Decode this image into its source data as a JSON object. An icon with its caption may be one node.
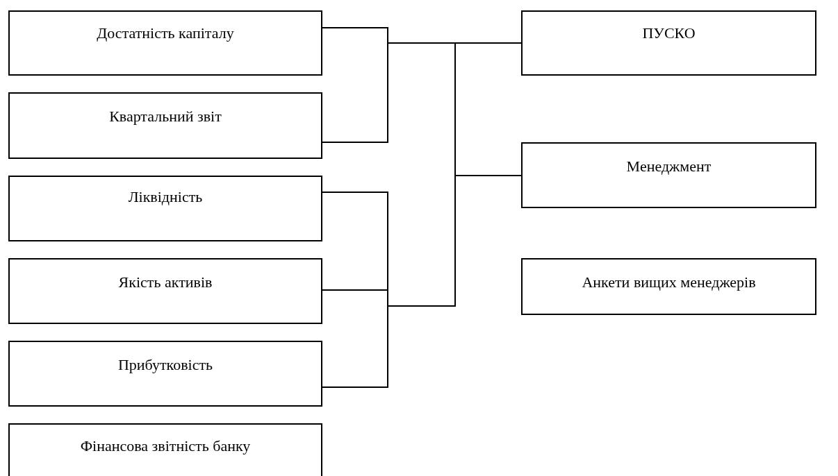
{
  "diagram": {
    "nodes": [
      {
        "text": [
          "Достатність капіталу"
        ]
      },
      {
        "text": [
          "Квартальний звіт"
        ]
      },
      {
        "text": [
          "Ліквідність"
        ]
      },
      {
        "text": [
          "Якість активів"
        ]
      },
      {
        "text": [
          "Прибутковість"
        ]
      },
      {
        "text": [
          "Фінансова звітність банку"
        ]
      },
      {
        "text": [
          "ПУСКО"
        ]
      },
      {
        "text": [
          "Менеджмент"
        ]
      },
      {
        "text": [
          "Анкети вищих менеджерів"
        ]
      }
    ],
    "edges": [
      {
        "from": 0,
        "to": 6,
        "arrow": "none"
      },
      {
        "from": 1,
        "to": 6,
        "arrow": "none"
      },
      {
        "from": 2,
        "to": 6,
        "arrow": "none"
      },
      {
        "from": 3,
        "to": 6,
        "arrow": "none"
      },
      {
        "from": 4,
        "to": 6,
        "arrow": "none"
      },
      {
        "from": 0,
        "to": 7,
        "arrow": "none"
      },
      {
        "from": 1,
        "to": 7,
        "arrow": "none"
      },
      {
        "from": 2,
        "to": 7,
        "arrow": "none"
      },
      {
        "from": 3,
        "to": 7,
        "arrow": "none"
      },
      {
        "from": 4,
        "to": 7,
        "arrow": "none"
      }
    ]
  }
}
